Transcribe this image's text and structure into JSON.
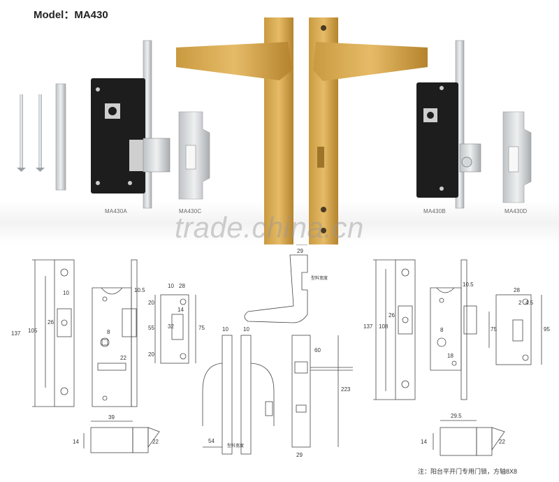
{
  "header": {
    "model_label": "Model：MA430"
  },
  "products": {
    "captions": [
      "MA430A",
      "MA430C",
      "MA430B",
      "MA430D"
    ]
  },
  "watermark": "trade.china.cn",
  "drawing_labels": {
    "left_plate": [
      "137",
      "105",
      "26",
      "10"
    ],
    "left_case": [
      "10.5",
      "8",
      "22"
    ],
    "left_strike": [
      "10",
      "28",
      "20",
      "14",
      "32",
      "55",
      "75",
      "20"
    ],
    "left_latch": [
      "39",
      "14",
      "22"
    ],
    "handle": [
      "29",
      "10",
      "10",
      "54",
      "223",
      "60",
      "29"
    ],
    "right_plate": [
      "137",
      "108",
      "26"
    ],
    "right_case": [
      "10.5",
      "8",
      "18"
    ],
    "right_strike": [
      "28",
      "2",
      "4.5",
      "75",
      "95"
    ],
    "right_latch": [
      "29.5",
      "14",
      "22"
    ]
  },
  "handle_notes": [
    "型料宽度",
    "型料宽度"
  ],
  "footnote": "注：阳台平开门专用门锁，方轴8X8"
}
